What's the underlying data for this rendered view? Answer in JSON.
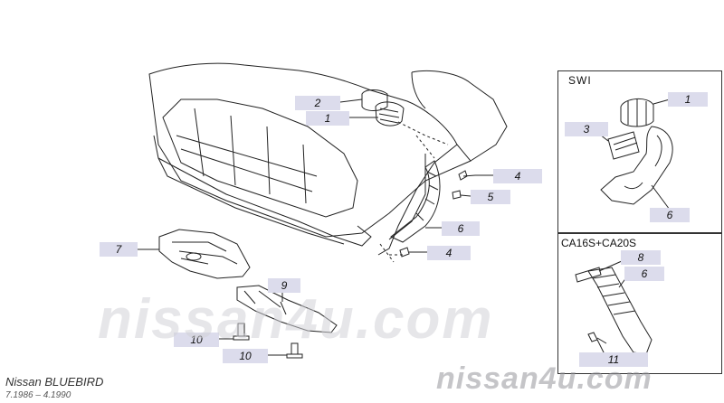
{
  "inset_swi": {
    "title": "SWI"
  },
  "inset_ca": {
    "title": "CA16S+CA20S"
  },
  "callouts_main": [
    "2",
    "1",
    "4",
    "5",
    "6",
    "4",
    "7",
    "9",
    "10",
    "10"
  ],
  "callouts_swi": [
    "1",
    "3",
    "6"
  ],
  "callouts_ca": [
    "8",
    "6",
    "11"
  ],
  "watermark": "nissan4u.com",
  "watermark_small": "nissan4u.com",
  "footer": {
    "model": "Nissan BLUEBIRD",
    "dates": "7.1986 – 4.1990"
  },
  "colors": {
    "callout_bg": "#dcdcec",
    "line": "#222222"
  }
}
